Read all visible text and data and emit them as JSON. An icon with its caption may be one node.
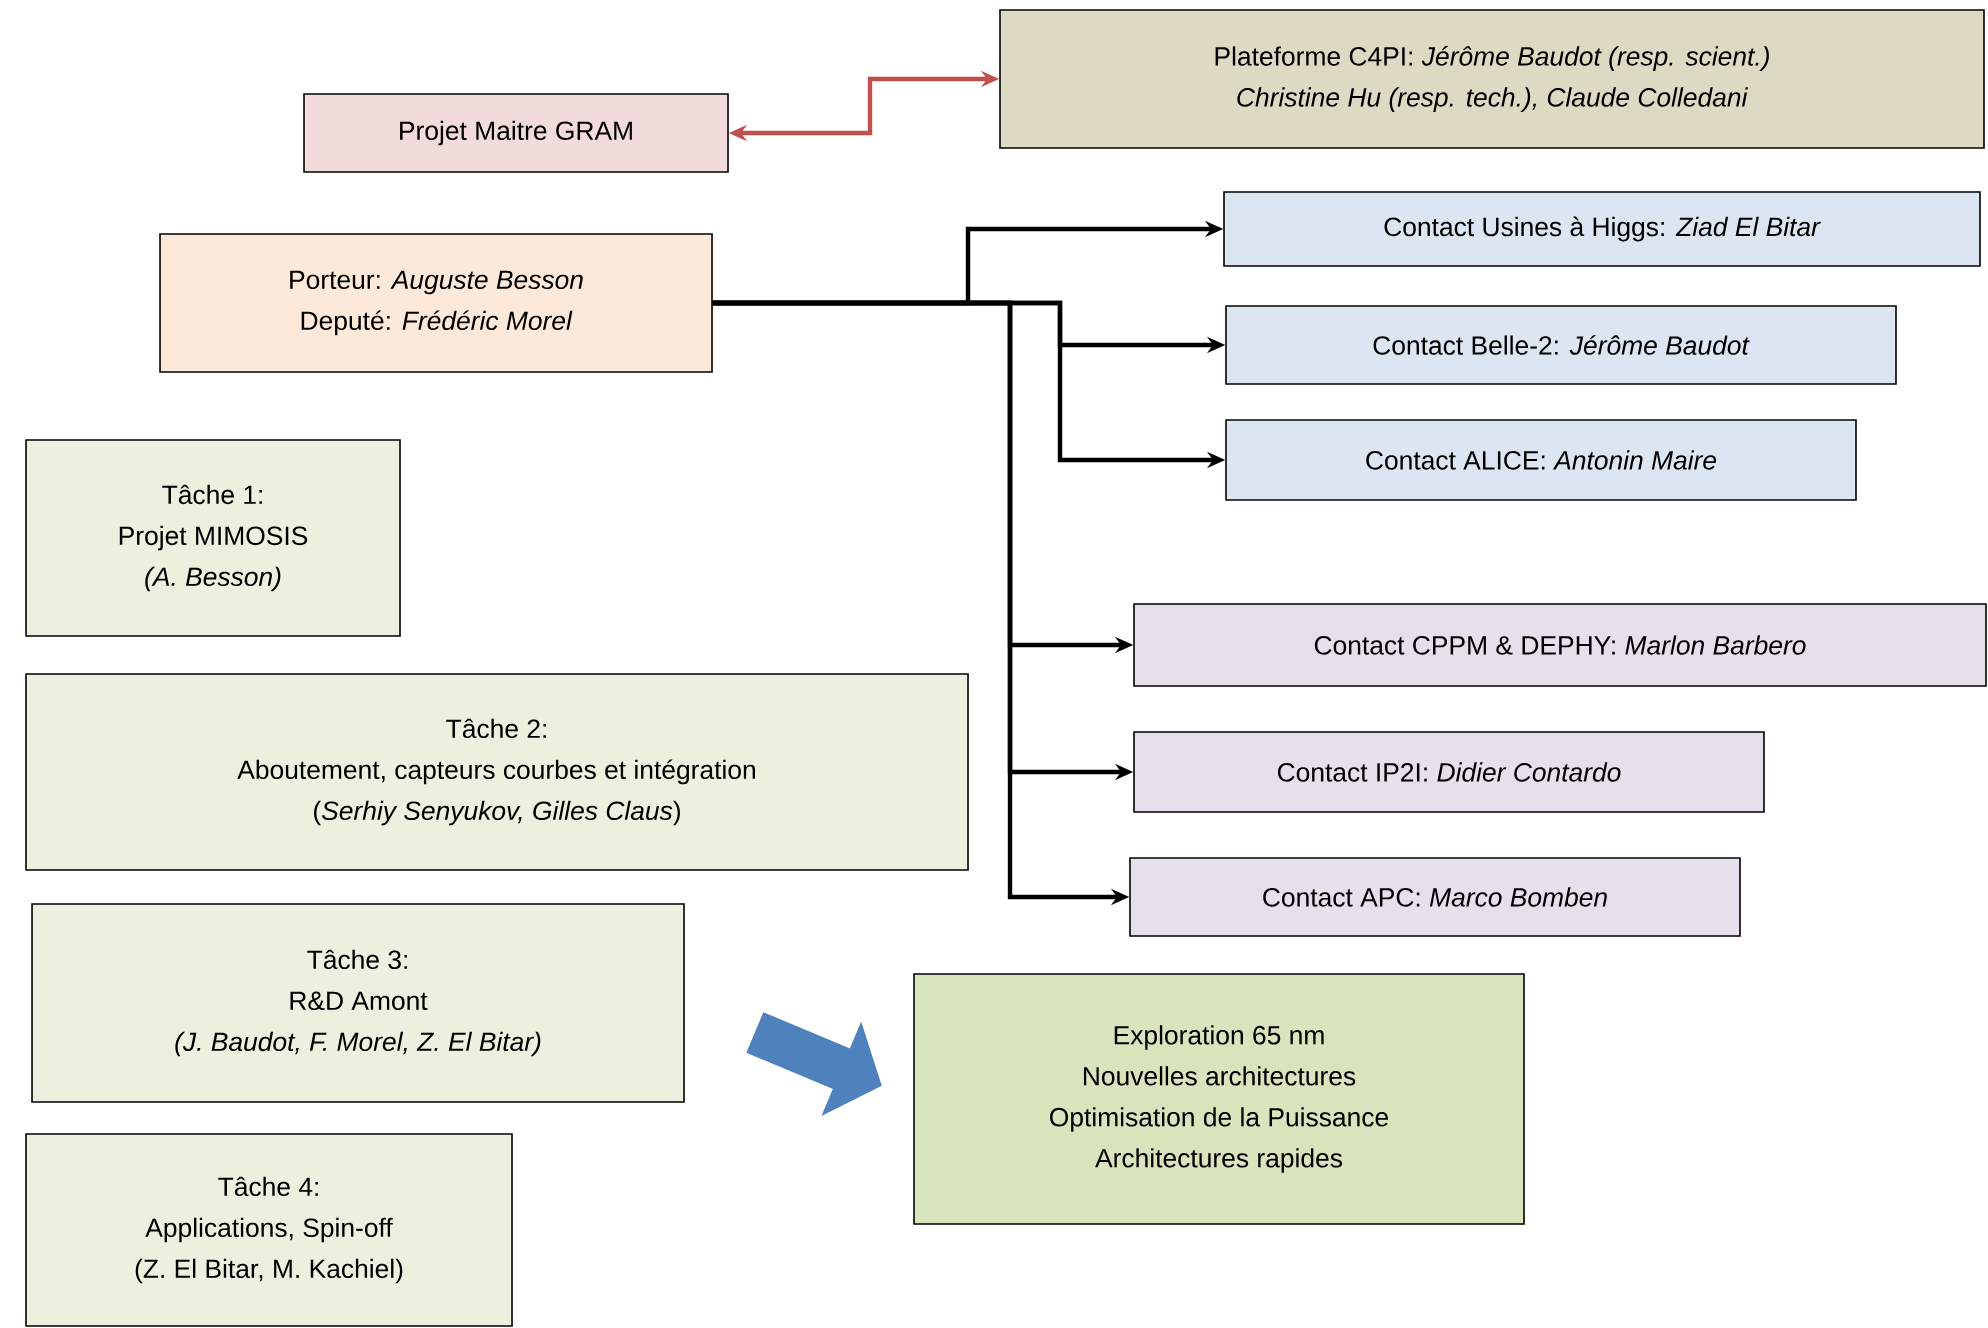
{
  "diagram": {
    "nodes": [
      {
        "text": [
          "Projet Maitre GRAM"
        ]
      },
      {
        "text": [
          "Plateforme C4PI: *Jérôme Baudot (resp. scient.)*",
          "*Christine Hu (resp. tech.), Claude Colledani*"
        ]
      },
      {
        "text": [
          "Porteur: *Auguste Besson*",
          "Deputé: *Frédéric Morel*"
        ]
      },
      {
        "text": [
          "Contact Usines à Higgs: *Ziad El Bitar*"
        ]
      },
      {
        "text": [
          "Contact Belle-2: *Jérôme Baudot*"
        ]
      },
      {
        "text": [
          "Contact ALICE: *Antonin Maire*"
        ]
      },
      {
        "text": [
          "Tâche 1:",
          "Projet MIMOSIS",
          "*(A. Besson)*"
        ]
      },
      {
        "text": [
          "Contact CPPM & DEPHY: *Marlon Barbero*"
        ]
      },
      {
        "text": [
          "Contact IP2I: *Didier Contardo*"
        ]
      },
      {
        "text": [
          "Contact APC: *Marco Bomben*"
        ]
      },
      {
        "text": [
          "Tâche 2:",
          "Aboutement, capteurs courbes et intégration",
          "(*Serhiy Senyukov, Gilles Claus*)"
        ]
      },
      {
        "text": [
          "Tâche 3:",
          "R&D Amont",
          "*(J. Baudot, F. Morel, Z. El Bitar)*"
        ]
      },
      {
        "text": [
          "Exploration 65 nm",
          "Nouvelles architectures",
          "Optimisation de la Puissance",
          "Architectures rapides"
        ]
      },
      {
        "text": [
          "Tâche 4:",
          "Applications, Spin-off",
          "(Z. El Bitar, M. Kachiel)"
        ]
      }
    ],
    "edges": [
      {
        "from": 0,
        "to": 1,
        "arrow": "both",
        "color": "#c0504d"
      },
      {
        "from": 2,
        "to": 3,
        "arrow": "to"
      },
      {
        "from": 2,
        "to": 4,
        "arrow": "to"
      },
      {
        "from": 2,
        "to": 5,
        "arrow": "to"
      },
      {
        "from": 2,
        "to": 7,
        "arrow": "to"
      },
      {
        "from": 2,
        "to": 8,
        "arrow": "to"
      },
      {
        "from": 2,
        "to": 9,
        "arrow": "to"
      },
      {
        "from": 11,
        "to": 12,
        "arrow": "to",
        "style": "thick",
        "color": "#4f81bd"
      }
    ]
  }
}
